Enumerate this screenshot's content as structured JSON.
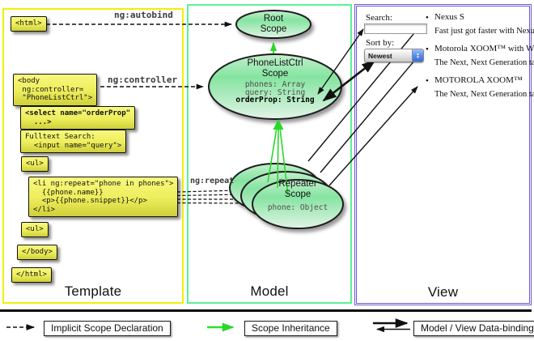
{
  "columns": {
    "template": {
      "label": "Template"
    },
    "model": {
      "label": "Model"
    },
    "view": {
      "label": "View"
    }
  },
  "template_boxes": {
    "html_open": "<html>",
    "body_open": "<body\n ng:controller=\n \"PhoneListCtrl\">",
    "select": "<select name=\"orderProp\"\n  ...>",
    "fulltext": "Fulltext Search:\n  <input name=\"query\">",
    "ul_open": "<ul>",
    "li_repeat": "<li ng:repeat=\"phone in phones\">\n  {{phone.name}}\n  <p>{{phone.snippet}}</p>\n</li>",
    "ul_close": "<ul>",
    "body_close": "</body>",
    "html_close": "</html>"
  },
  "edge_labels": {
    "autobind": "ng:autobind",
    "controller": "ng:controller",
    "repeat": "ng:repeat"
  },
  "model": {
    "root_scope": {
      "title": "Root\nScope"
    },
    "phonelist_scope": {
      "title": "PhoneListCtrl\nScope",
      "props": [
        "phones: Array",
        "query: String",
        "orderProp: String"
      ]
    },
    "repeater_scope": {
      "title": "Repeater\nScope",
      "prop": "phone: Object"
    }
  },
  "view": {
    "search_label": "Search:",
    "search_value": "",
    "sort_label": "Sort by:",
    "sort_value": "Newest",
    "items": [
      {
        "title": "Nexus S",
        "desc": "Fast just got faster with Nexus S."
      },
      {
        "title": "Motorola XOOM™ with Wi-Fi",
        "desc": "The Next, Next Generation tablet."
      },
      {
        "title": "MOTOROLA XOOM™",
        "desc": "The Next, Next Generation tablet."
      }
    ]
  },
  "legend": [
    {
      "label": "Implicit Scope Declaration"
    },
    {
      "label": "Scope Inheritance"
    },
    {
      "label": "Model / View Data-binding"
    }
  ],
  "icons": {
    "bullet": "•",
    "stepper_up": "▲",
    "stepper_down": "▼"
  },
  "colors": {
    "template_border": "#f0f00a",
    "model_border": "#5cf096",
    "view_border": "#6a5ad1",
    "scope_fill": "#8ae6a4",
    "box_fill": "#eded5c",
    "inheritance_green": "#2ad82a",
    "arrow_black": "#111111"
  }
}
